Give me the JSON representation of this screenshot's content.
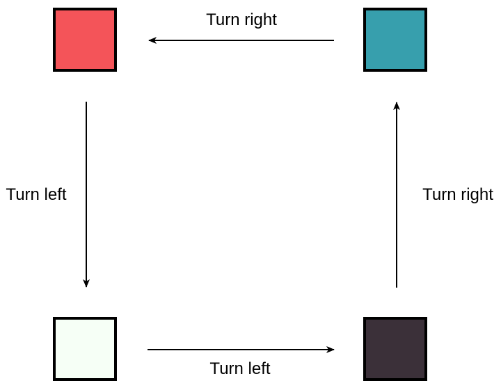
{
  "nodes": [
    {
      "id": "top-left",
      "color": "#f45459"
    },
    {
      "id": "top-right",
      "color": "#379fad"
    },
    {
      "id": "bottom-left",
      "color": "#f6fff6"
    },
    {
      "id": "bottom-right",
      "color": "#3b3039"
    }
  ],
  "edges": [
    {
      "id": "top",
      "from": "top-right",
      "to": "top-left",
      "label": "Turn right"
    },
    {
      "id": "left",
      "from": "top-left",
      "to": "bottom-left",
      "label": "Turn left"
    },
    {
      "id": "bottom",
      "from": "bottom-left",
      "to": "bottom-right",
      "label": "Turn left"
    },
    {
      "id": "right",
      "from": "bottom-right",
      "to": "top-right",
      "label": "Turn right"
    }
  ]
}
